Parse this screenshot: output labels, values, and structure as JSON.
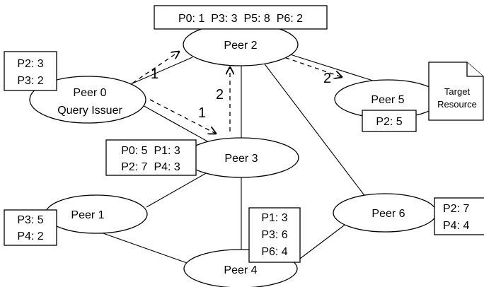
{
  "peers": {
    "peer0": {
      "line1": "Peer 0",
      "line2": "Query Issuer"
    },
    "peer1": {
      "label": "Peer 1"
    },
    "peer2": {
      "label": "Peer 2"
    },
    "peer3": {
      "label": "Peer 3"
    },
    "peer4": {
      "label": "Peer 4"
    },
    "peer5": {
      "label": "Peer 5"
    },
    "peer6": {
      "label": "Peer 6"
    }
  },
  "tables": {
    "peer0": {
      "rows": [
        "P2: 3",
        "P3: 2"
      ]
    },
    "peer1": {
      "rows": [
        "P3: 5",
        "P4: 2"
      ]
    },
    "peer2": {
      "rows": [
        "P0: 1  P3: 3  P5: 8  P6: 2"
      ]
    },
    "peer3": {
      "rows": [
        "P0: 5  P1: 3",
        "P2: 7  P4: 3"
      ]
    },
    "peer4": {
      "rows": [
        "P1: 3",
        "P3: 6",
        "P6: 4"
      ]
    },
    "peer5": {
      "rows": [
        "P2: 5"
      ]
    },
    "peer6": {
      "rows": [
        "P2: 7",
        "P4: 4"
      ]
    }
  },
  "query_steps": {
    "p0_to_p2": "1",
    "p0_to_p3": "1",
    "p3_to_p2": "2",
    "p2_to_p5": "2"
  },
  "target_resource": {
    "line1": "Target",
    "line2": "Resource"
  }
}
